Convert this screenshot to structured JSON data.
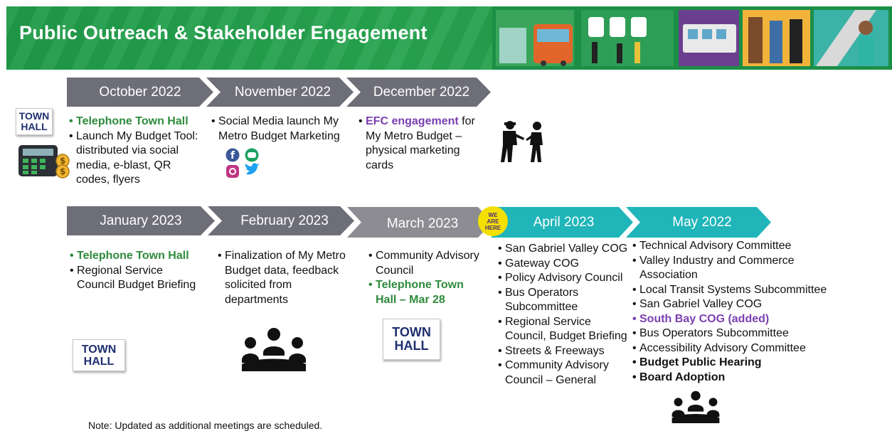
{
  "title": "Public Outreach & Stakeholder Engagement",
  "badge": [
    "WE",
    "ARE",
    "HERE"
  ],
  "townhall_logo": {
    "line1": "TOWN",
    "line2": "HALL"
  },
  "colors": {
    "banner_green": "#27a44f",
    "chevron_gray": "#6e6e78",
    "chevron_teal": "#1fb5b9",
    "highlight_green": "#2e8b3c",
    "highlight_purple": "#7a3fb0",
    "badge_yellow": "#f4e000"
  },
  "row1": [
    {
      "month": "October 2022",
      "items": [
        {
          "text": "Telephone Town Hall",
          "style": "green"
        },
        {
          "text": "Launch My Budget Tool: distributed via social media, e-blast,  QR codes, flyers",
          "style": "normal"
        }
      ],
      "icons": [
        "townhall-logo",
        "calculator-icon"
      ]
    },
    {
      "month": "November 2022",
      "items": [
        {
          "text": "Social Media launch My Metro Budget Marketing",
          "style": "normal"
        }
      ],
      "icons": [
        "facebook-icon",
        "chat-icon",
        "instagram-icon",
        "twitter-icon"
      ]
    },
    {
      "month": "December 2022",
      "items": [
        {
          "text_parts": [
            {
              "text": "EFC engagement",
              "style": "purple"
            },
            {
              "text": " for My Metro Budget – physical marketing cards",
              "style": "normal"
            }
          ]
        }
      ],
      "icons": [
        "people-handing-card-icon"
      ]
    }
  ],
  "row2": [
    {
      "month": "January 2023",
      "items": [
        {
          "text": "Telephone Town Hall",
          "style": "green"
        },
        {
          "text": "Regional Service Council Budget Briefing",
          "style": "normal"
        }
      ],
      "icons": [
        "townhall-logo"
      ]
    },
    {
      "month": "February 2023",
      "items": [
        {
          "text": "Finalization of My Metro Budget data, feedback solicited from departments",
          "style": "normal"
        }
      ],
      "icons": [
        "group-meeting-icon"
      ]
    },
    {
      "month": "March 2023",
      "items": [
        {
          "text": "Community Advisory Council",
          "style": "normal"
        },
        {
          "text": "Telephone Town Hall – Mar 28",
          "style": "green"
        }
      ],
      "icons": [
        "townhall-logo"
      ]
    },
    {
      "month": "April 2023",
      "items": [
        {
          "text": "San Gabriel Valley COG",
          "style": "normal"
        },
        {
          "text": "Gateway COG",
          "style": "normal"
        },
        {
          "text": "Policy Advisory Council",
          "style": "normal"
        },
        {
          "text": "Bus Operators Subcommittee",
          "style": "normal"
        },
        {
          "text": "Regional Service Council, Budget Briefing",
          "style": "normal"
        },
        {
          "text": "Streets & Freeways",
          "style": "normal"
        },
        {
          "text": "Community Advisory Council – General",
          "style": "normal"
        }
      ]
    },
    {
      "month": "May 2022",
      "items": [
        {
          "text": "Technical Advisory Committee",
          "style": "normal"
        },
        {
          "text": "Valley Industry and Commerce Association",
          "style": "normal"
        },
        {
          "text": "Local Transit Systems Subcommittee",
          "style": "normal"
        },
        {
          "text": "San Gabriel Valley COG",
          "style": "normal"
        },
        {
          "text": "South Bay COG (added)",
          "style": "purple"
        },
        {
          "text": "Bus Operators Subcommittee",
          "style": "normal"
        },
        {
          "text": "Accessibility Advisory Committee",
          "style": "normal"
        },
        {
          "text": "Budget Public Hearing",
          "style": "bold"
        },
        {
          "text": "Board Adoption",
          "style": "bold"
        }
      ],
      "icons": [
        "group-meeting-icon"
      ]
    }
  ],
  "note": "Note: Updated as additional meetings are scheduled."
}
